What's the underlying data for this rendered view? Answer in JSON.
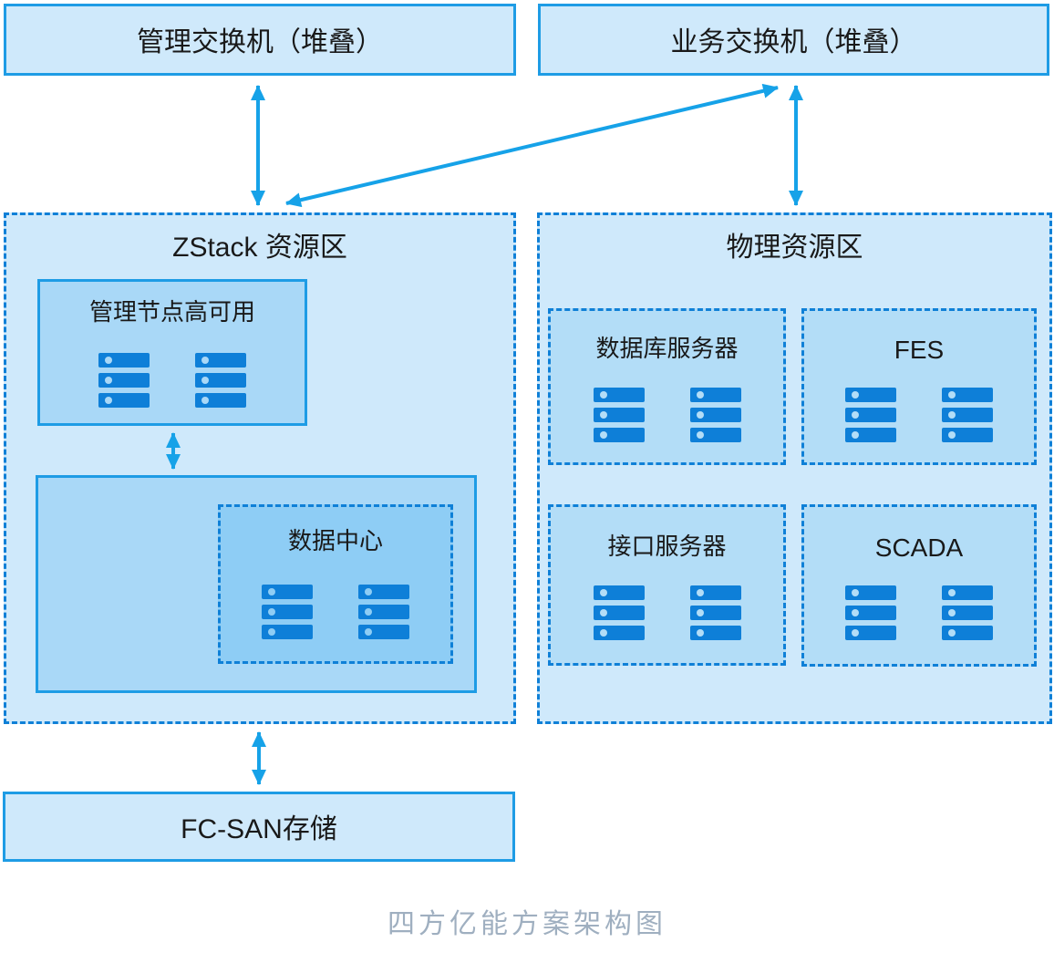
{
  "colors": {
    "zone_fill": "#cfe9fb",
    "inner_box_fill": "#a9d8f7",
    "data_center_fill": "#8ecdf5",
    "sub_box_fill": "#b3ddf7",
    "solid_border": "#1e9ce5",
    "dashed_border": "#0f80d7",
    "arrow": "#16a2e8",
    "server_icon": "#0e7fd8",
    "text": "#191919",
    "caption_text": "#9fafc0"
  },
  "top_row": {
    "mgmt_switch_label": "管理交换机（堆叠）",
    "biz_switch_label": "业务交换机（堆叠）"
  },
  "zstack_zone": {
    "title": "ZStack 资源区",
    "mgmt_ha_label": "管理节点高可用",
    "data_center_label": "数据中心"
  },
  "physical_zone": {
    "title": "物理资源区",
    "boxes": [
      {
        "label": "数据库服务器"
      },
      {
        "label": "FES"
      },
      {
        "label": "接口服务器"
      },
      {
        "label": "SCADA"
      }
    ]
  },
  "storage": {
    "label": "FC-SAN存储"
  },
  "caption": "四方亿能方案架构图"
}
